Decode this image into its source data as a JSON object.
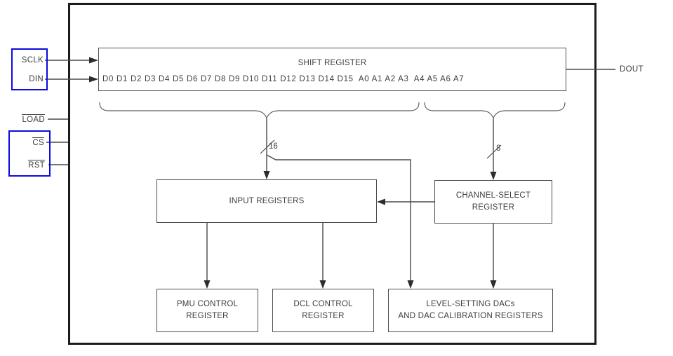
{
  "figure": {
    "pins": {
      "sclk": {
        "label": "SCLK"
      },
      "din": {
        "label": "DIN"
      },
      "load": {
        "label": "LOAD",
        "active_low": true
      },
      "cs": {
        "label": "CS",
        "active_low": true
      },
      "rst": {
        "label": "RST",
        "active_low": true
      },
      "dout": {
        "label": "DOUT"
      }
    },
    "buses": {
      "data_width": "16",
      "address_width": "8"
    },
    "blocks": {
      "shift_register": {
        "title": "SHIFT REGISTER",
        "bits": "D0 D1 D2 D3 D4 D5 D6 D7 D8 D9 D10 D11 D12 D13 D14 D15  A0 A1 A2 A3  A4 A5 A6 A7"
      },
      "input_registers": {
        "line1": "INPUT REGISTERS"
      },
      "channel_select_register": {
        "line1": "CHANNEL-SELECT",
        "line2": "REGISTER"
      },
      "pmu_control_register": {
        "line1": "PMU CONTROL",
        "line2": "REGISTER"
      },
      "dcl_control_register": {
        "line1": "DCL CONTROL",
        "line2": "REGISTER"
      },
      "level_setting_dacs": {
        "line1": "LEVEL-SETTING DACs",
        "line2": "AND DAC CALIBRATION REGISTERS"
      }
    },
    "colors": {
      "line": "#4a4a4a",
      "arrow": "#2d2d2d",
      "text": "#3d3d3d",
      "outer_border": "#1c1c1c",
      "annotation_highlight": "#0b0bdf"
    }
  }
}
